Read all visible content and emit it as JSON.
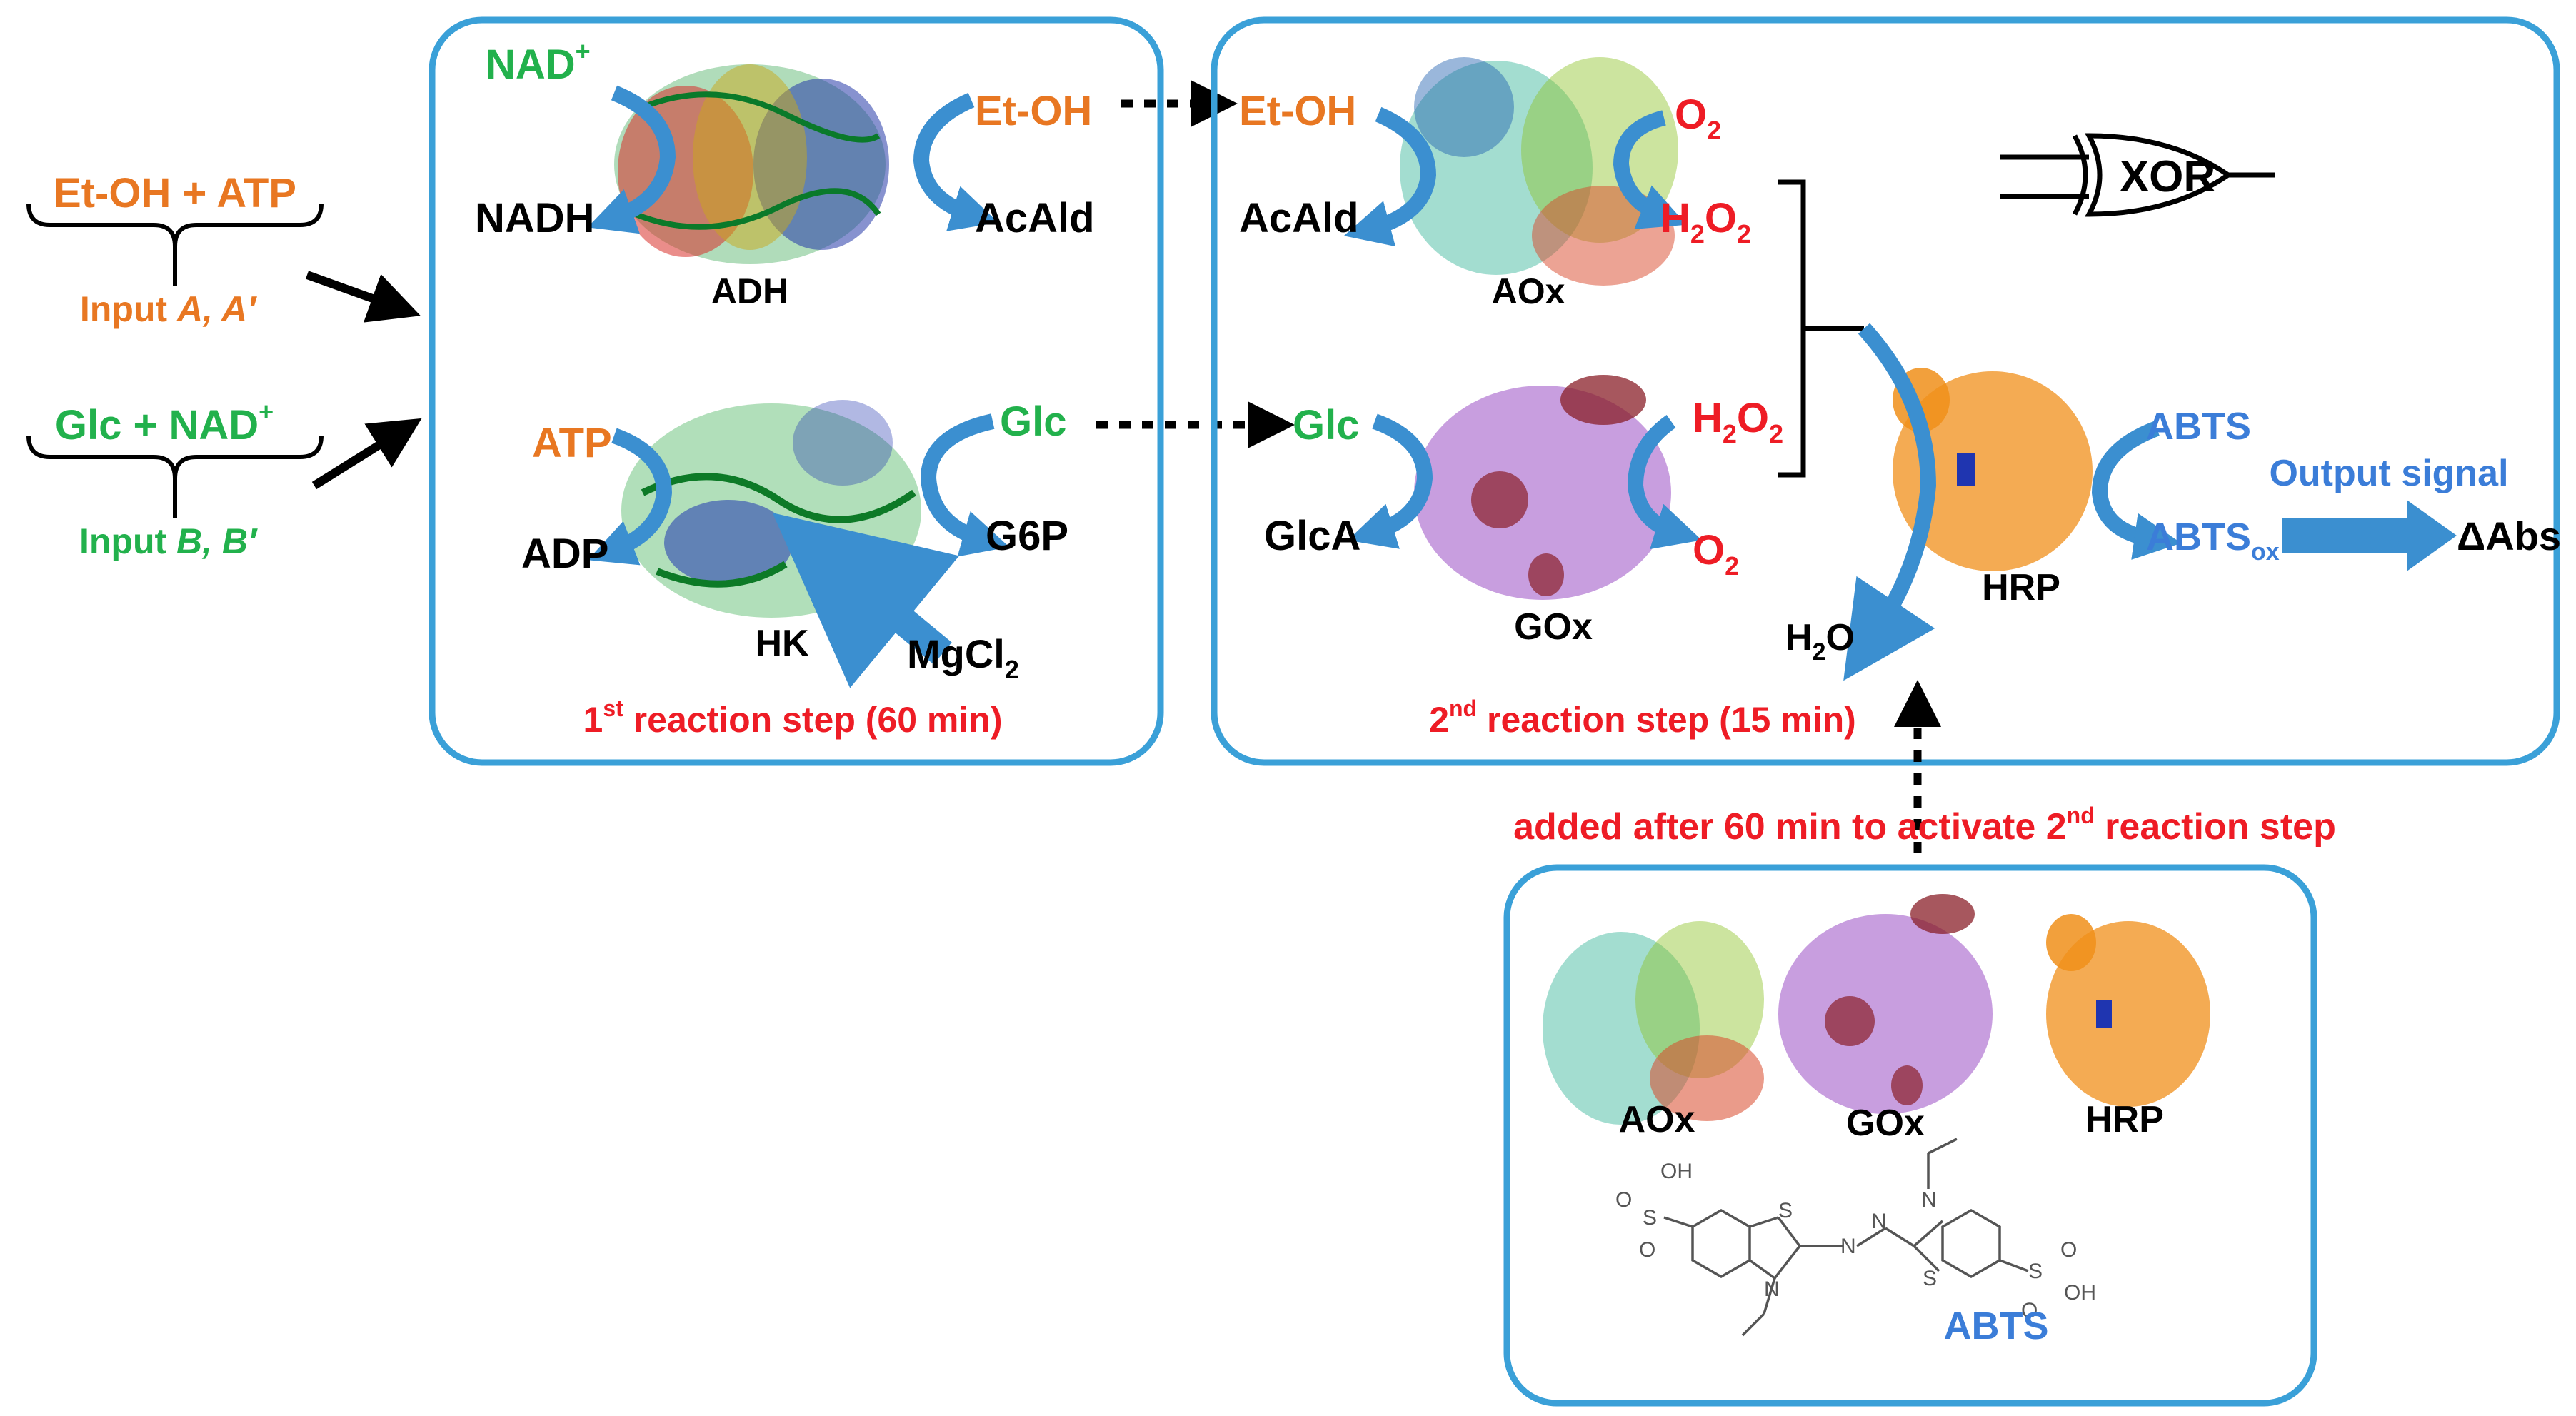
{
  "inputs": {
    "a_label": "Et-OH + ATP",
    "a_caption_prefix": "Input ",
    "a_caption_vars": "A, A′",
    "b_label": "Glc + NAD",
    "b_label_sup": "+",
    "b_caption_prefix": "Input ",
    "b_caption_vars": "B, B′"
  },
  "step1": {
    "adh": {
      "substrate_left": "NAD",
      "substrate_left_sup": "+",
      "product_left": "NADH",
      "substrate_right": "Et-OH",
      "product_right": "AcAld",
      "enzyme": "ADH"
    },
    "hk": {
      "substrate_left": "ATP",
      "product_left": "ADP",
      "substrate_right": "Glc",
      "product_right": "G6P",
      "enzyme": "HK",
      "cofactor": "MgCl",
      "cofactor_sub": "2"
    },
    "caption_pre": "1",
    "caption_sup": "st",
    "caption_post": " reaction step (60 min)"
  },
  "step2": {
    "aox": {
      "substrate_left": "Et-OH",
      "product_left": "AcAld",
      "substrate_right": "O",
      "substrate_right_sub": "2",
      "product_right": "H",
      "product_right_sub": "2",
      "product_right_tail": "O",
      "product_right_sub2": "2",
      "enzyme": "AOx"
    },
    "gox": {
      "substrate_left": "Glc",
      "product_left": "GlcA",
      "product_right": "H",
      "product_right_sub": "2",
      "product_right_tail": "O",
      "product_right_sub2": "2",
      "substrate_right": "O",
      "substrate_right_sub": "2",
      "enzyme": "GOx"
    },
    "hrp": {
      "enzyme": "HRP",
      "water": "H",
      "water_sub": "2",
      "water_tail": "O",
      "abts": "ABTS",
      "abts_ox": "ABTS",
      "abts_ox_sub": "ox"
    },
    "gate": "XOR",
    "output_title": "Output signal",
    "output_value": "ΔAbs",
    "caption_pre": "2",
    "caption_sup": "nd",
    "caption_post": " reaction step (15 min)"
  },
  "addition": {
    "caption_pre": "added after 60 min to  activate 2",
    "caption_sup": "nd",
    "caption_post": " reaction step",
    "enzymes": [
      "AOx",
      "GOx",
      "HRP"
    ],
    "abts_label": "ABTS",
    "oh_top": "OH",
    "oh_bottom": "OH",
    "atom_s1": "S",
    "atom_s2": "S",
    "atom_n1": "N",
    "atom_n2": "N",
    "atom_n3": "N",
    "atom_n4": "N",
    "atom_o1": "O",
    "atom_o2": "O",
    "atom_o3": "O",
    "atom_o4": "O",
    "atom_s3": "S",
    "atom_s4": "S"
  },
  "colors": {
    "box": "#3aa0d8",
    "orange": "#e87722",
    "green": "#22b14c",
    "red": "#ee1c25",
    "blue": "#3b7dd8"
  }
}
